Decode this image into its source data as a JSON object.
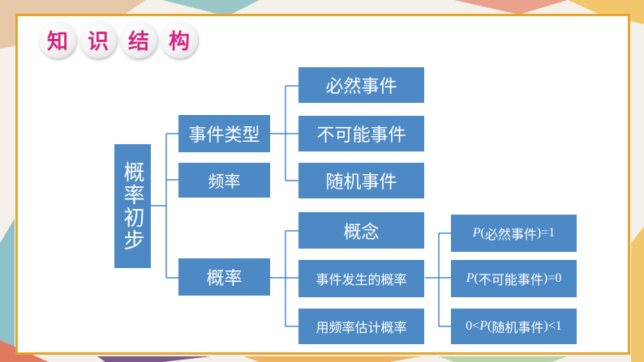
{
  "title_chars": [
    "知",
    "识",
    "结",
    "构"
  ],
  "root": "概率初步",
  "level1": {
    "event_types": "事件类型",
    "frequency": "频率",
    "probability": "概率"
  },
  "event_types_children": [
    "必然事件",
    "不可能事件",
    "随机事件"
  ],
  "probability_children": [
    "概念",
    "事件发生的概率",
    "用频率估计概率"
  ],
  "probability_values": [
    {
      "symbol": "P",
      "open": "(",
      "event": "必然事件",
      "close": ")=1",
      "prefix": ""
    },
    {
      "symbol": "P",
      "open": "(",
      "event": "不可能事件",
      "close": ")=0",
      "prefix": ""
    },
    {
      "symbol": "P",
      "open": "(",
      "event": "随机事件",
      "close": ")<1",
      "prefix": "0<"
    }
  ],
  "colors": {
    "box_fill": "#4d89c4",
    "box_text": "#ffffff",
    "title_text": "#d6267e",
    "frame_border": "#e5a52e",
    "line": "#4d89c4"
  }
}
